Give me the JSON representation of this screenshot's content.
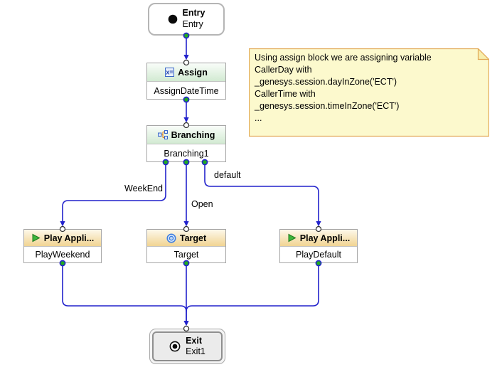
{
  "canvas": {
    "nodes": {
      "entry": {
        "title": "Entry",
        "name": "Entry"
      },
      "assign": {
        "title": "Assign",
        "name": "AssignDateTime"
      },
      "branching": {
        "title": "Branching",
        "name": "Branching1"
      },
      "playWeekend": {
        "title": "Play Appli...",
        "name": "PlayWeekend"
      },
      "target": {
        "title": "Target",
        "name": "Target"
      },
      "playDefault": {
        "title": "Play Appli...",
        "name": "PlayDefault"
      },
      "exit": {
        "title": "Exit",
        "name": "Exit1"
      }
    },
    "edges": {
      "weekend_label": "WeekEnd",
      "open_label": "Open",
      "default_label": "default"
    },
    "note": {
      "text": "Using assign block we are assigning variable\nCallerDay with\n_genesys.session.dayInZone('ECT')\nCallerTime with\n_genesys.session.timeInZone('ECT')\n..."
    },
    "icons": {
      "entry": "black-filled-circle",
      "assign": "x-equals-square",
      "branching": "branch-tree",
      "play": "green-play-triangle",
      "target": "blue-concentric-circles",
      "exit": "circled-dot"
    },
    "colors": {
      "connector": "#2222cc",
      "anchor_source_fill": "#21aa21",
      "anchor_target_fill": "#ffffff",
      "header_green": "#d2ead2",
      "header_tan": "#f1d492",
      "note_bg": "#fcf9cd",
      "note_border": "#e2a956"
    }
  }
}
